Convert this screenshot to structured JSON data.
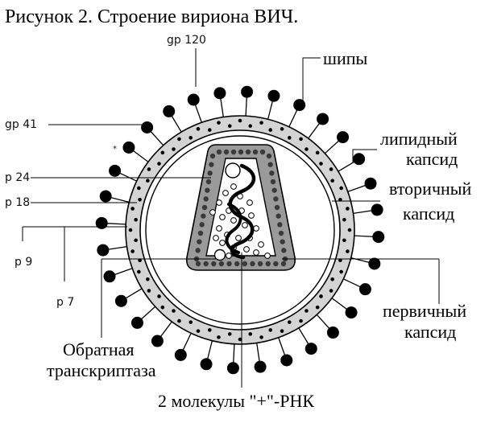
{
  "title": "Рисунок 2. Строение вириона ВИЧ.",
  "labels": {
    "gp120": "gp 120",
    "gp41": "gp 41",
    "p24": "p 24",
    "p18": "p 18",
    "p9": "p 9",
    "p7": "p 7",
    "spikes": "шипы",
    "lipid_1": "липидный",
    "lipid_2": "капсид",
    "secondary_1": "вторичный",
    "secondary_2": "капсид",
    "primary_1": "первичный",
    "primary_2": "капсид",
    "rt_1": "Обратная",
    "rt_2": "транскриптаза",
    "rna": "2 молекулы \"+\"-РНК"
  },
  "colors": {
    "ink": "#000000",
    "membrane": "#d4d4d4",
    "capsid": "#9a9a9a",
    "background": "#ffffff"
  }
}
